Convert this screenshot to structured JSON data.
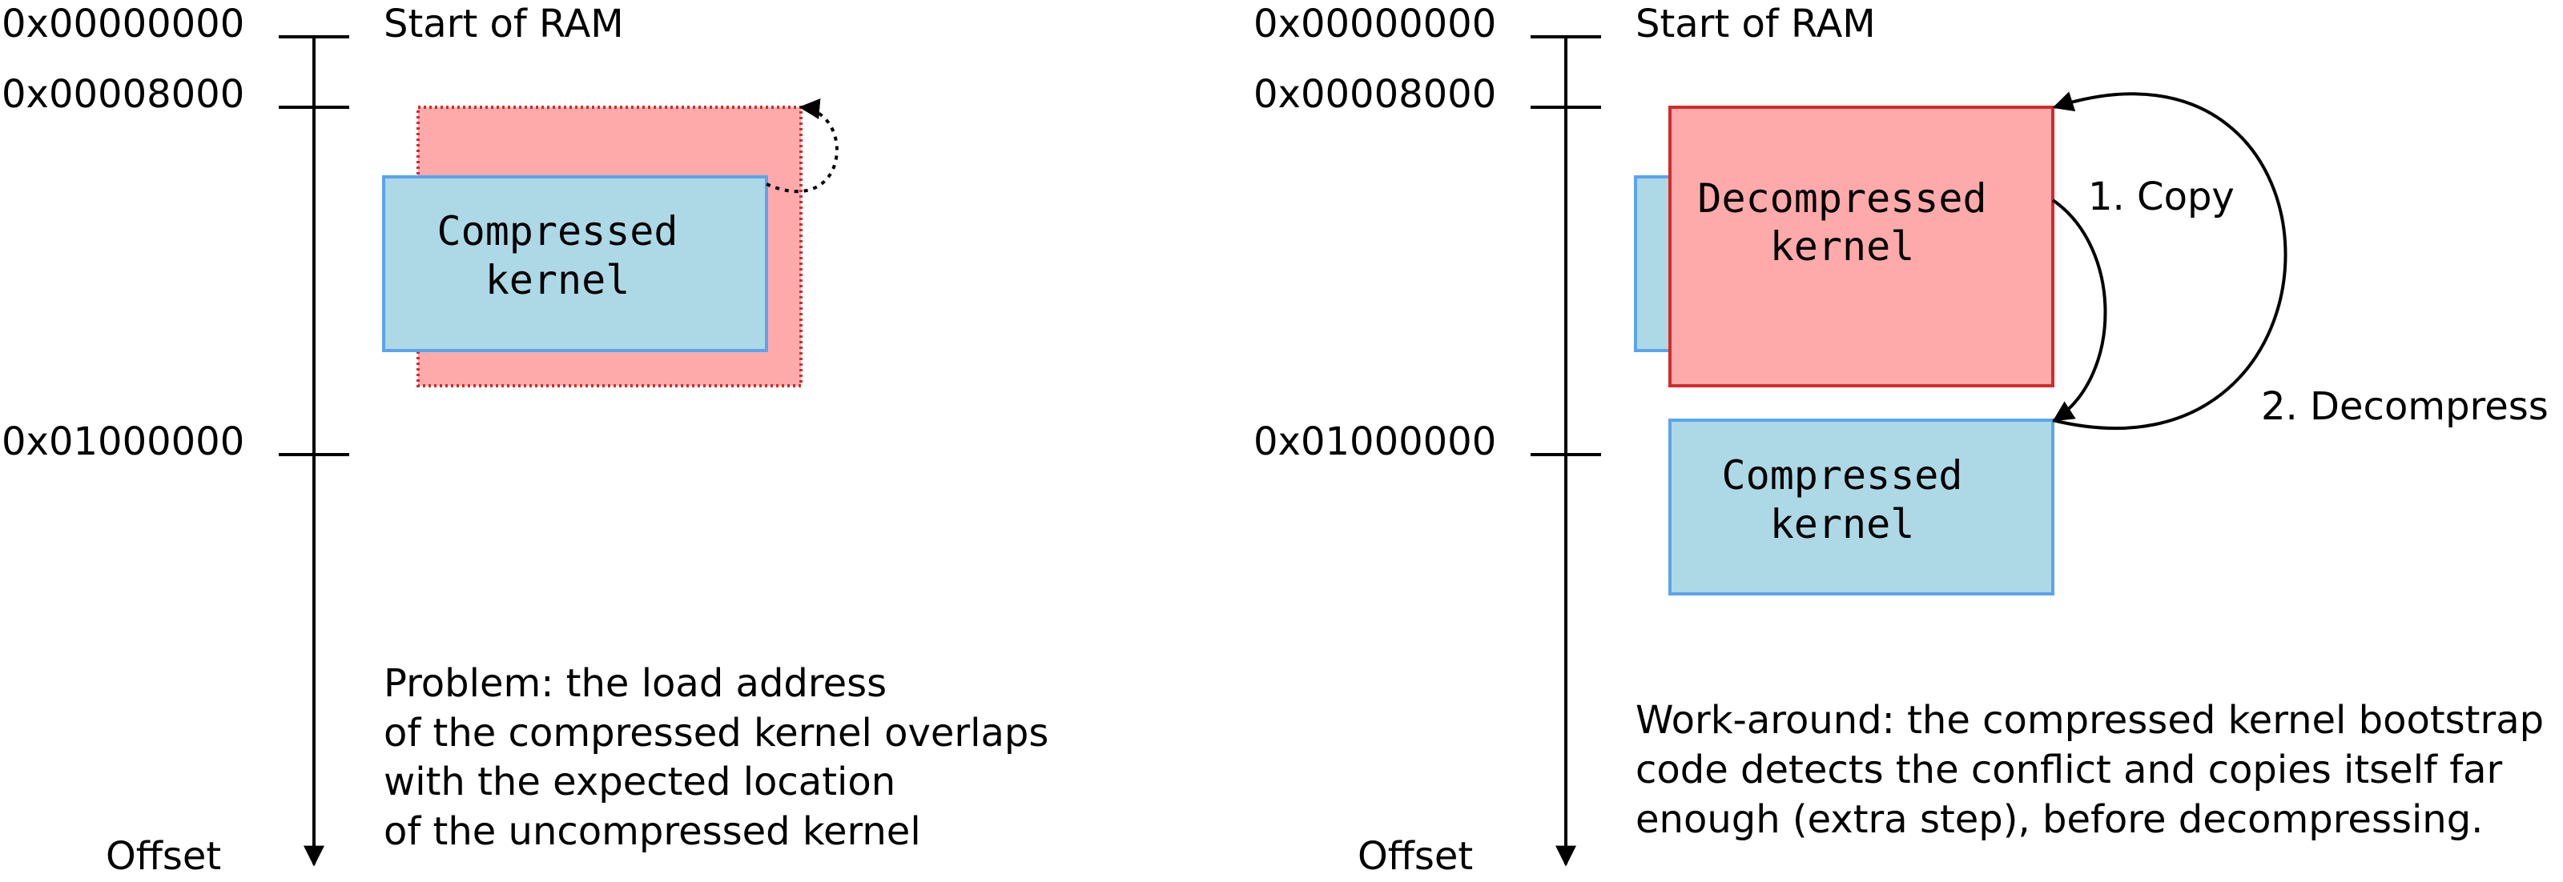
{
  "colors": {
    "compressed_fill": "#add8e6",
    "compressed_stroke": "#5aa5ec",
    "decompressed_fill": "#ffaaaa",
    "decompressed_stroke": "#d42a2a"
  },
  "left": {
    "addresses": [
      "0x00000000",
      "0x00008000",
      "0x01000000"
    ],
    "start_label": "Start of RAM",
    "axis_label": "Offset",
    "compressed_box": [
      "Compressed",
      "kernel"
    ],
    "problem_lines": [
      "Problem: the load address",
      "of the compressed kernel overlaps",
      "with the expected location",
      "of the uncompressed kernel"
    ]
  },
  "right": {
    "addresses": [
      "0x00000000",
      "0x00008000",
      "0x01000000"
    ],
    "start_label": "Start of RAM",
    "axis_label": "Offset",
    "decompressed_box": [
      "Decompressed",
      "kernel"
    ],
    "compressed_box": [
      "Compressed",
      "kernel"
    ],
    "step1": "1. Copy",
    "step2": "2. Decompress",
    "workaround_lines": [
      "Work-around: the compressed kernel bootstrap",
      "code detects the conflict and copies itself far",
      "enough (extra step), before decompressing."
    ]
  }
}
